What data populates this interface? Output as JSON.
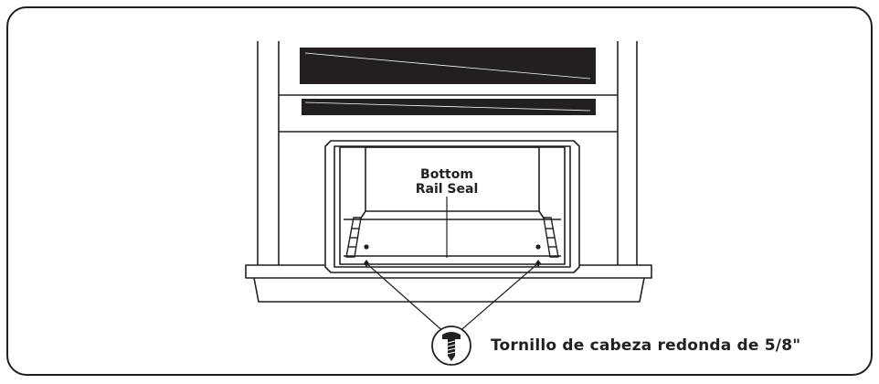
{
  "labels": {
    "seal_line1": "Bottom",
    "seal_line2": "Rail Seal",
    "screw": "Tornillo de cabeza redonda de 5/8\""
  },
  "icons": {
    "screw": "round-head-screw-icon"
  },
  "colors": {
    "ink": "#231f20",
    "background": "#ffffff"
  }
}
